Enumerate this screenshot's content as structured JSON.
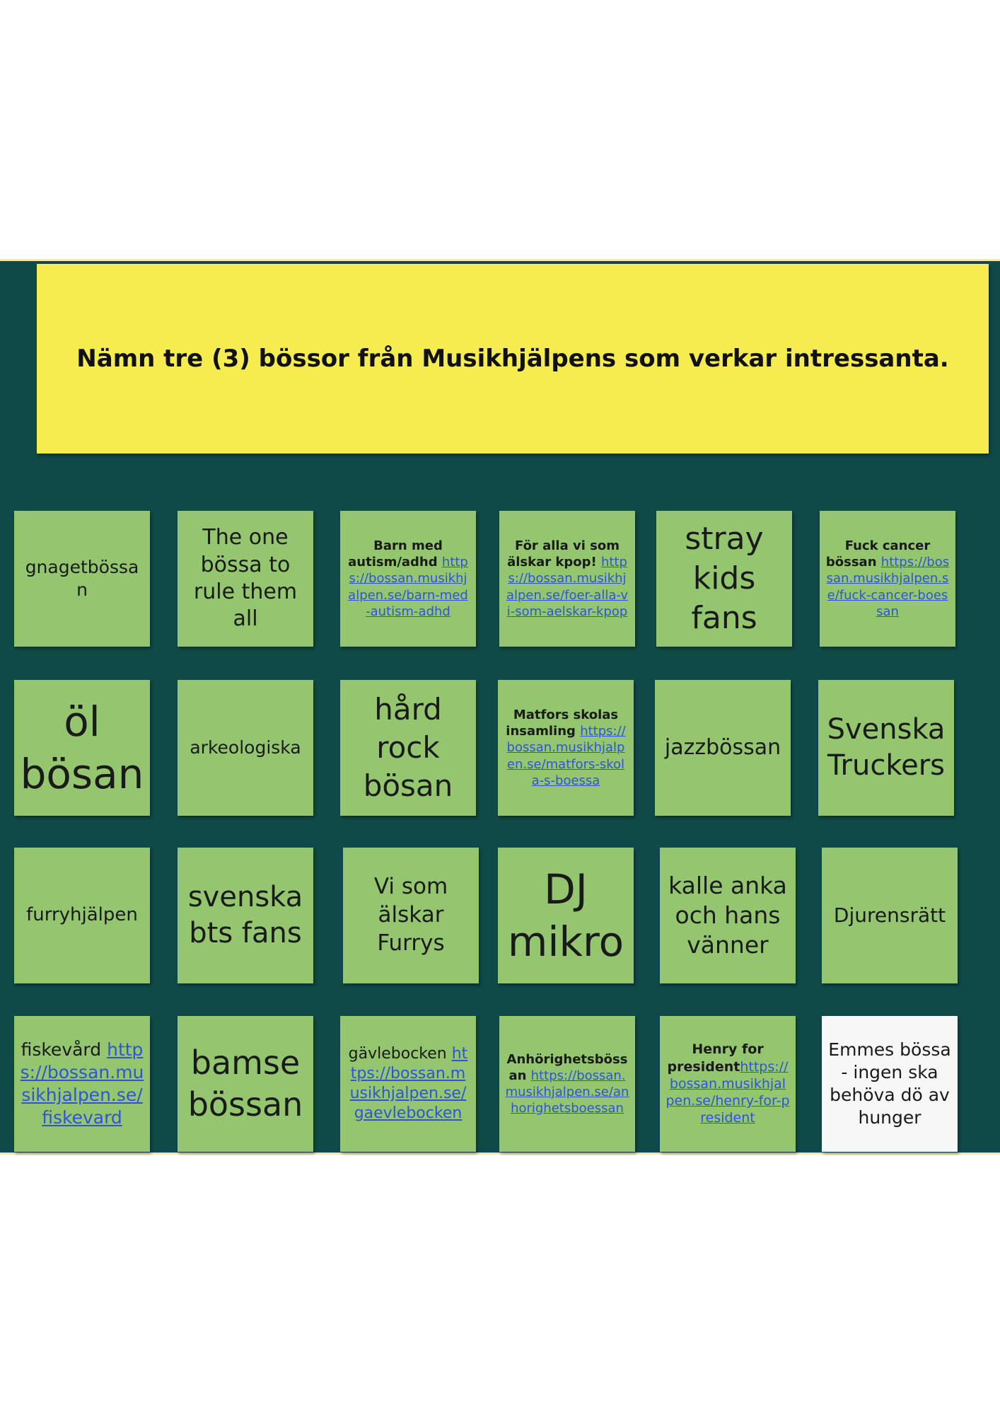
{
  "header": {
    "title": "Nämn tre (3) bössor från Musikhjälpens som verkar intressanta."
  },
  "notes": [
    {
      "text": "gnagetbössan",
      "link": ""
    },
    {
      "text": "The one bössa to rule them all",
      "link": ""
    },
    {
      "text": "Barn med autism/adhd ",
      "link": "https://bossan.musikhjalpen.se/barn-med-autism-adhd"
    },
    {
      "text": "För alla vi som älskar kpop! ",
      "link": "https://bossan.musikhjalpen.se/foer-alla-vi-som-aelskar-kpop"
    },
    {
      "text": "stray kids fans",
      "link": ""
    },
    {
      "text": "Fuck cancer bössan ",
      "link": "https://bossan.musikhjalpen.se/fuck-cancer-boessan"
    },
    {
      "text": "öl bösan",
      "link": ""
    },
    {
      "text": "arkeologiska",
      "link": ""
    },
    {
      "text": "hård rock bösan",
      "link": ""
    },
    {
      "text": "Matfors skolas insamling ",
      "link": "https://bossan.musikhjalpen.se/matfors-skola-s-boessa"
    },
    {
      "text": "jazzbössan",
      "link": ""
    },
    {
      "text": "Svenska Truckers",
      "link": ""
    },
    {
      "text": "furryhjälpen",
      "link": ""
    },
    {
      "text": "svenska bts fans",
      "link": ""
    },
    {
      "text": "Vi som älskar Furrys",
      "link": ""
    },
    {
      "text": "DJ mikro",
      "link": ""
    },
    {
      "text": "kalle anka och hans vänner",
      "link": ""
    },
    {
      "text": "Djurensrätt",
      "link": ""
    },
    {
      "text": "fiskevård ",
      "link": "https://bossan.musikhjalpen.se/fiskevard"
    },
    {
      "text": "bamse bössan",
      "link": ""
    },
    {
      "text": "gävlebocken ",
      "link": "https://bossan.musikhjalpen.se/gaevlebocken"
    },
    {
      "text": "Anhörighetsbössan ",
      "link": "https://bossan.musikhjalpen.se/anhorighetsboessan"
    },
    {
      "text": "Henry for president",
      "link": "https://bossan.musikhjalpen.se/henry-for-president"
    },
    {
      "text": "Emmes bössa - ingen ska behöva dö av hunger",
      "link": ""
    }
  ]
}
